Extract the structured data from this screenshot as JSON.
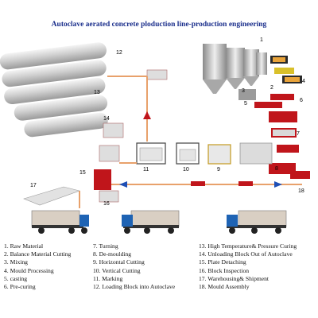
{
  "title": "Autoclave aerated concrete ploduction line-production engineering",
  "step_labels": [
    "1",
    "2",
    "3",
    "4",
    "5",
    "6",
    "7",
    "8",
    "9",
    "10",
    "11",
    "12",
    "13",
    "14",
    "15",
    "16",
    "17",
    "18"
  ],
  "legend": {
    "col1": [
      "1. Raw Material",
      "2. Balance Material Cutting",
      "3. Mixing",
      "4. Mould Processing",
      "5. casting",
      "6. Pre-curing"
    ],
    "col2": [
      "7. Turning",
      "8. De-moulding",
      "9. Horizontal Cutting",
      "10. Vertical Cutting",
      "11. Marking",
      "12. Loading Block into Autoclave"
    ],
    "col3": [
      "13. High Temperature& Pressure Curing",
      "14. Unloading Block Out of Autoclave",
      "15. Plate Detaching",
      "16. Block Inspection",
      "17. Warehousing& Shipment",
      "18. Mould Assembly"
    ]
  },
  "colors": {
    "title": "#1b2f8c",
    "accent_red": "#c0151b",
    "arrow_blue": "#1f4fb5",
    "truck_blue": "#1e63b4",
    "track": "#e8a16b"
  }
}
